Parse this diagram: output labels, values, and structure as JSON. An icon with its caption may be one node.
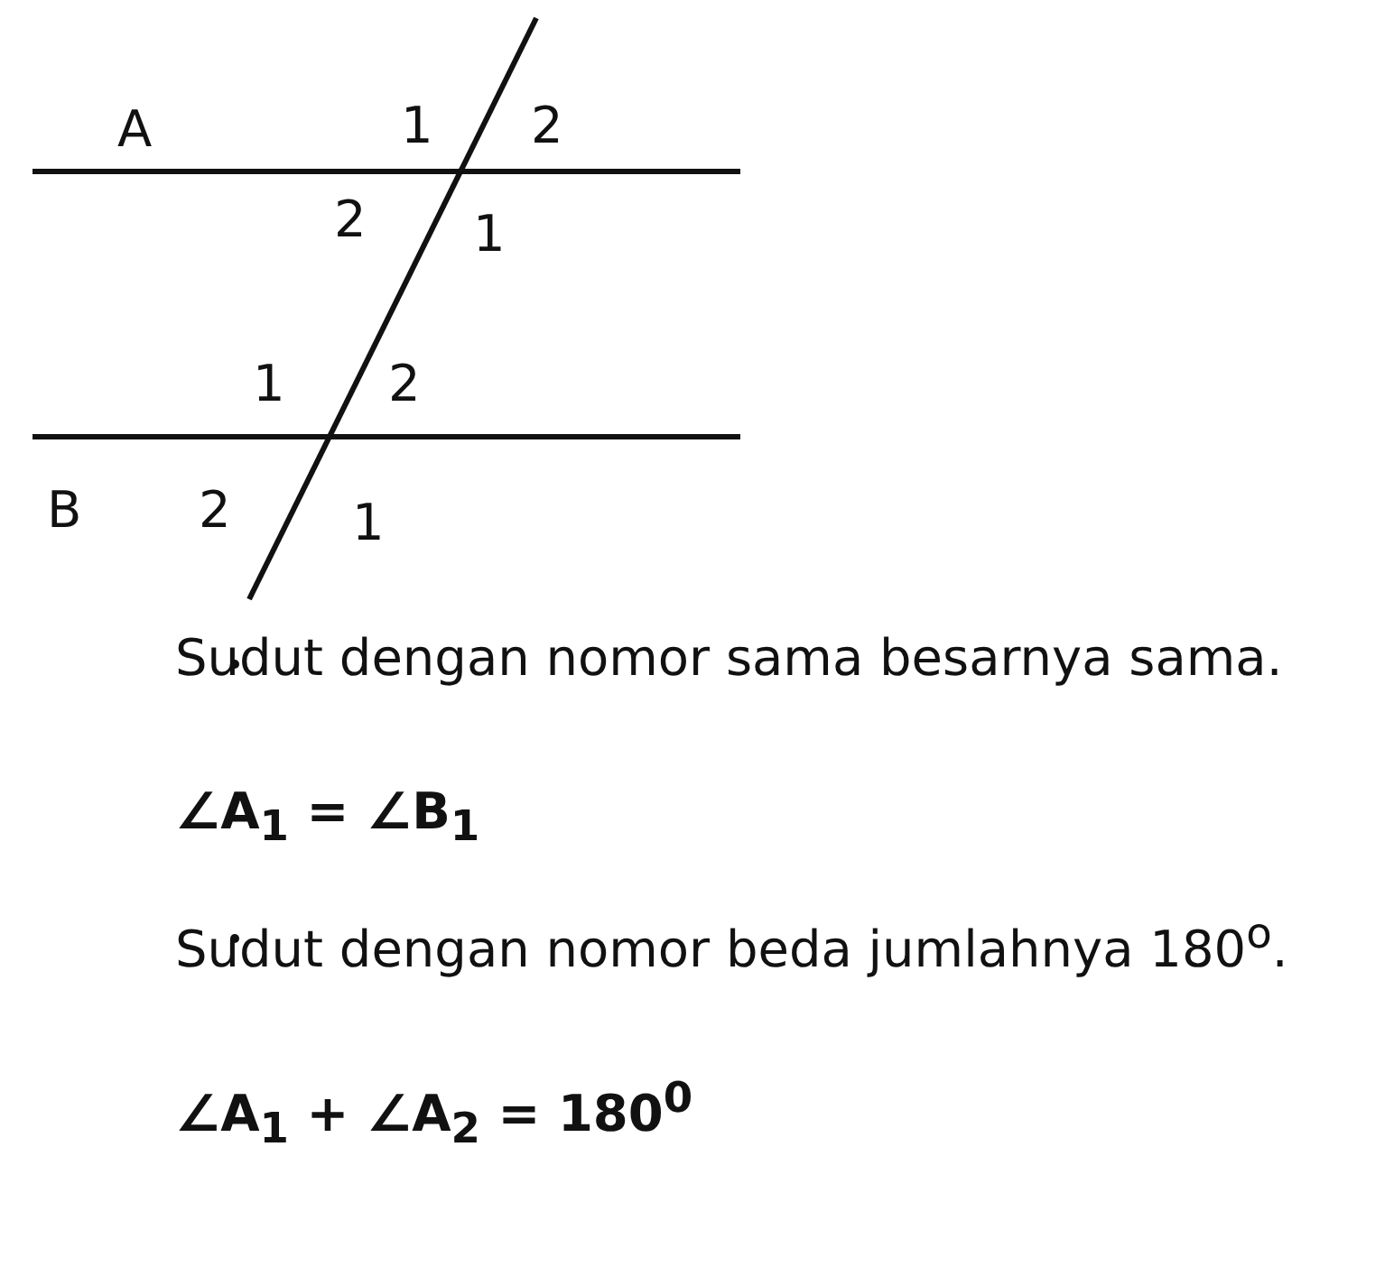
{
  "diagram": {
    "labels": [
      "A",
      "1",
      "2",
      "2",
      "1",
      "1",
      "2",
      "B",
      "2",
      "1",
      "Sudut dengan nomor sama besarnya sama.",
      "∠A$_{1}$ = ∠B$_{1}$",
      "Sudut dengan nomor beda jumlahnya 180$^{o}$.",
      "∠A$_{1}$ + ∠A$_{2}$ = 180$^{0}$"
    ]
  }
}
